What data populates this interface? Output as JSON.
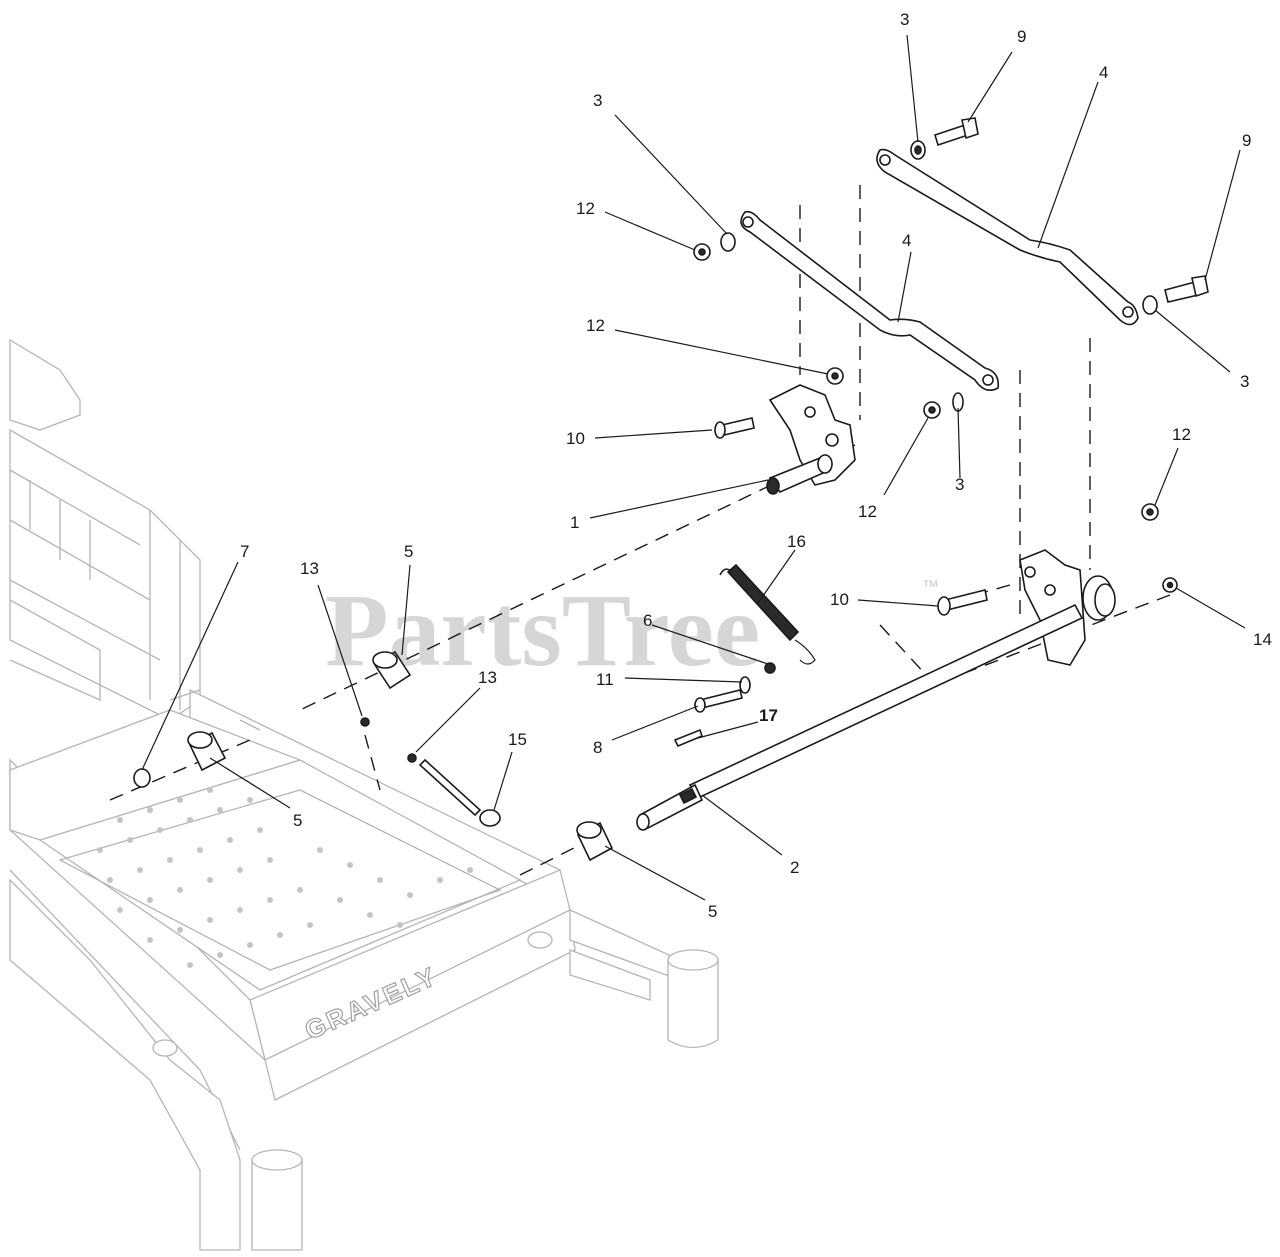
{
  "diagram": {
    "watermark": "PartsTree",
    "trademark": "™",
    "frame_brand": "GRAVELY",
    "callouts": [
      "3",
      "9",
      "4",
      "3",
      "9",
      "12",
      "4",
      "12",
      "3",
      "10",
      "3",
      "12",
      "1",
      "12",
      "3",
      "12",
      "7",
      "13",
      "5",
      "16",
      "10",
      "14",
      "6",
      "13",
      "11",
      "15",
      "8",
      "17",
      "5",
      "2",
      "5"
    ]
  }
}
